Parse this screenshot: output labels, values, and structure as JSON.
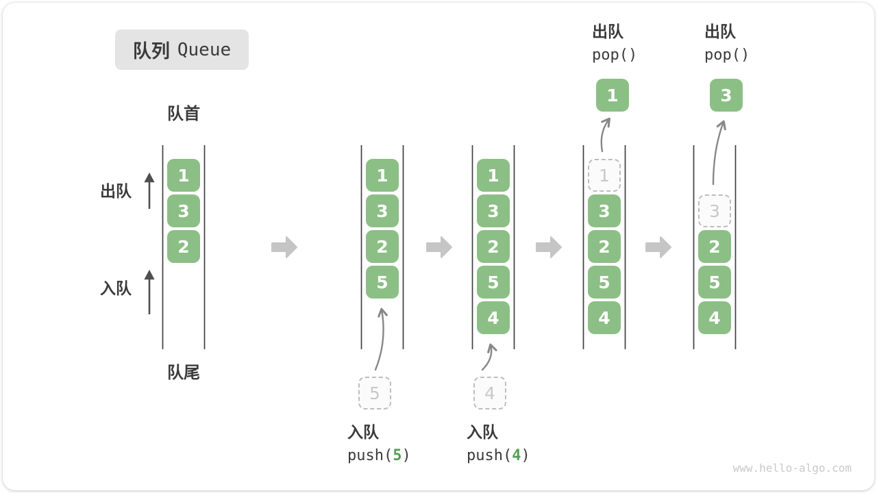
{
  "title": {
    "zh": "队列",
    "en": "Queue"
  },
  "labels": {
    "front": "队首",
    "rear": "队尾",
    "dequeue": "出队",
    "enqueue": "入队"
  },
  "operations": {
    "enqueue5": {
      "action": "入队",
      "fn": "push(",
      "arg": "5",
      "close": ")"
    },
    "enqueue4": {
      "action": "入队",
      "fn": "push(",
      "arg": "4",
      "close": ")"
    },
    "dequeue1": {
      "action": "出队",
      "fn": "pop()"
    },
    "dequeue2": {
      "action": "出队",
      "fn": "pop()"
    }
  },
  "queues": [
    {
      "name": "step-initial",
      "cells": [
        {
          "v": "1",
          "row": 0
        },
        {
          "v": "3",
          "row": 1
        },
        {
          "v": "2",
          "row": 2
        }
      ]
    },
    {
      "name": "step-push-5",
      "cells": [
        {
          "v": "1",
          "row": 0
        },
        {
          "v": "3",
          "row": 1
        },
        {
          "v": "2",
          "row": 2
        },
        {
          "v": "5",
          "row": 3
        }
      ],
      "staged": {
        "v": "5"
      }
    },
    {
      "name": "step-push-4",
      "cells": [
        {
          "v": "1",
          "row": 0
        },
        {
          "v": "3",
          "row": 1
        },
        {
          "v": "2",
          "row": 2
        },
        {
          "v": "5",
          "row": 3
        },
        {
          "v": "4",
          "row": 4
        }
      ],
      "staged": {
        "v": "4"
      }
    },
    {
      "name": "step-pop-1",
      "ghost": {
        "v": "1",
        "row": 0
      },
      "cells": [
        {
          "v": "3",
          "row": 1
        },
        {
          "v": "2",
          "row": 2
        },
        {
          "v": "5",
          "row": 3
        },
        {
          "v": "4",
          "row": 4
        }
      ],
      "popped": {
        "v": "1"
      }
    },
    {
      "name": "step-pop-3",
      "ghost": {
        "v": "3",
        "row": 1
      },
      "cells": [
        {
          "v": "2",
          "row": 2
        },
        {
          "v": "5",
          "row": 3
        },
        {
          "v": "4",
          "row": 4
        }
      ],
      "popped": {
        "v": "3"
      }
    }
  ],
  "watermark": "www.hello-algo.com",
  "colors": {
    "cell_green": "#8CBF85",
    "code_arg_green": "#52A053",
    "block_arrow_gray": "#C5C5C5",
    "curve_arrow_gray": "#878787",
    "wall_line_dark": "#3F3F3F",
    "ghost_border": "#BDBDBD",
    "title_bg": "#E4E4E4",
    "text_dark": "#3A3A3A",
    "watermark_gray": "#C9C9C9"
  }
}
